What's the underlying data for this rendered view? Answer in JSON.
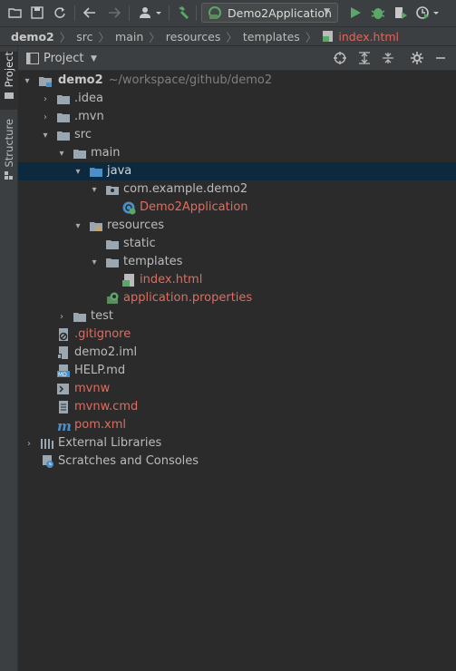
{
  "toolbar": {
    "run_config": "Demo2Application",
    "icons": [
      "open-folder-icon",
      "save-icon",
      "sync-icon",
      "back-icon",
      "forward-icon",
      "user-icon",
      "build-hammer-icon",
      "run-icon",
      "debug-icon",
      "coverage-icon",
      "profile-icon"
    ]
  },
  "breadcrumb": [
    "demo2",
    "src",
    "main",
    "resources",
    "templates",
    "index.html"
  ],
  "stripe": {
    "project": "Project",
    "structure": "Structure"
  },
  "panel": {
    "title": "Project"
  },
  "tree": {
    "root_name": "demo2",
    "root_path": "~/workspace/github/demo2",
    "items": [
      ".idea",
      ".mvn",
      "src",
      "main",
      "java",
      "com.example.demo2",
      "Demo2Application",
      "resources",
      "static",
      "templates",
      "index.html",
      "application.properties",
      "test",
      ".gitignore",
      "demo2.iml",
      "HELP.md",
      "mvnw",
      "mvnw.cmd",
      "pom.xml",
      "External Libraries",
      "Scratches and Consoles"
    ]
  },
  "colors": {
    "selection": "#0d293e",
    "modified_red": "#e06c5f",
    "run_green": "#59a869",
    "folder_blue": "#4a8fc7"
  }
}
